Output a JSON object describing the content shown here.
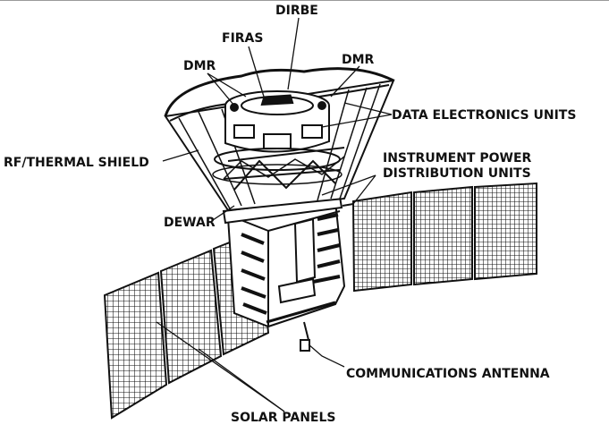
{
  "diagram": {
    "labels": {
      "dirbe": "DIRBE",
      "firas": "FIRAS",
      "dmr_left": "DMR",
      "dmr_right": "DMR",
      "data_electronics_units": "DATA ELECTRONICS UNITS",
      "rf_thermal_shield": "RF/THERMAL SHIELD",
      "instrument_power_line1": "INSTRUMENT POWER",
      "instrument_power_line2": "DISTRIBUTION UNITS",
      "dewar": "DEWAR",
      "communications_antenna": "COMMUNICATIONS ANTENNA",
      "solar_panels": "SOLAR PANELS"
    },
    "colors": {
      "ink": "#111111",
      "background": "#ffffff"
    }
  }
}
